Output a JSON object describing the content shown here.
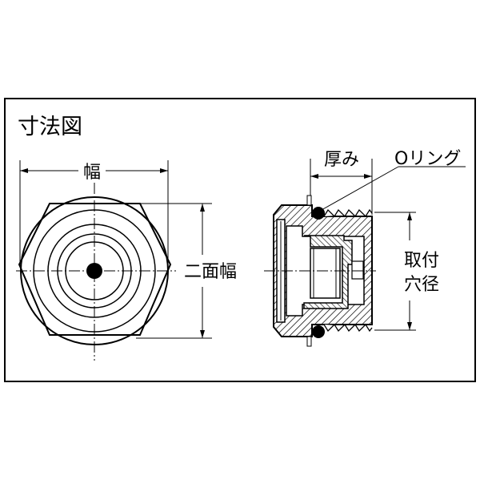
{
  "title": "寸法図",
  "front_view": {
    "width_label": "幅",
    "across_flats_label": "二面幅"
  },
  "side_view": {
    "thickness_label": "厚み",
    "oring_label": "Oリング",
    "mount_hole_label_line1": "取付",
    "mount_hole_label_line2": "穴径"
  }
}
